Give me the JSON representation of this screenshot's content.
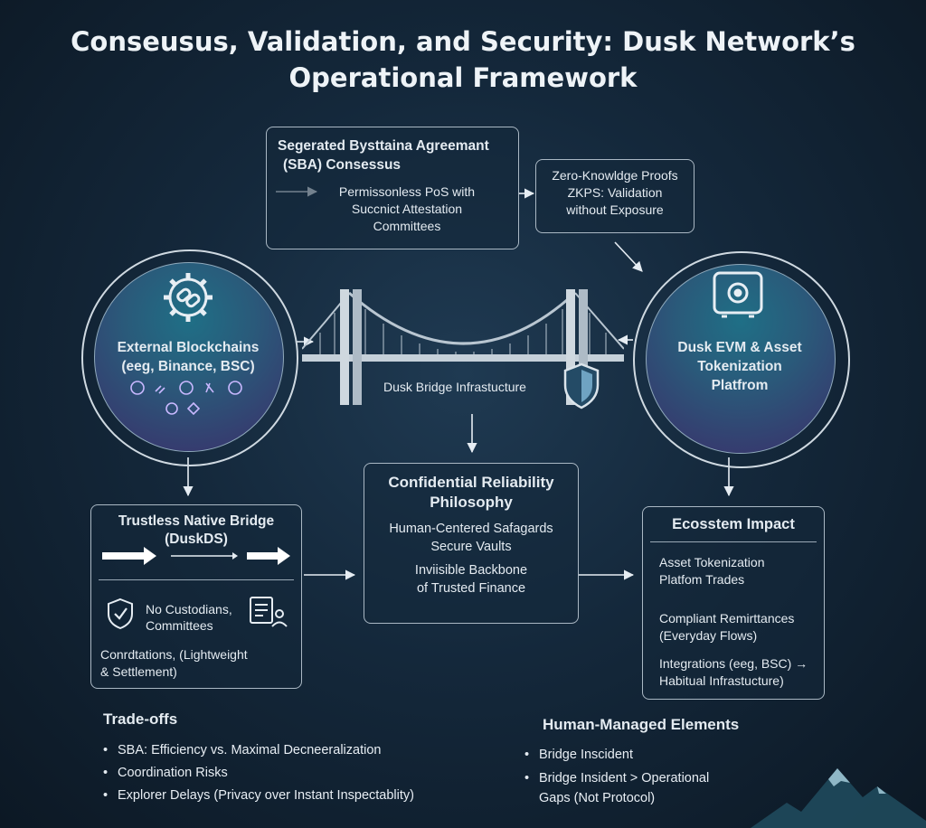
{
  "title": {
    "line1": "Conseusus, Validation, and Security: Dusk Network’s",
    "line2": "Operational Framework"
  },
  "sba": {
    "title_line1": "Segerated Bysttaina Agreemant",
    "title_line2": "(SBA) Consessus",
    "sub_line1": "Permissonless PoS with",
    "sub_line2": "Succnict Attestation",
    "sub_line3": "Committees"
  },
  "zkp": {
    "line1": "Zero-Knowldge Proofs",
    "line2": "ZKPS: Validation",
    "line3": "without Exposure"
  },
  "external": {
    "line1": "External Blockchains",
    "line2": "(eeg, Binance, BSC)"
  },
  "dusk_evm": {
    "line1": "Dusk EVM & Asset",
    "line2": "Tokenization",
    "line3": "Platfrom"
  },
  "bridge_label": "Dusk Bridge Infrastucture",
  "reliability": {
    "title_line1": "Confidential Reliability",
    "title_line2": "Philosophy",
    "line1": "Human-Centered Safagards",
    "line2": "Secure Vaults",
    "line3": "Inviisible Backbone",
    "line4": "of Trusted Finance"
  },
  "trustless": {
    "title_line1": "Trustless Native Bridge",
    "title_line2": "(DuskDS)",
    "custodians_line1": "No Custodians,",
    "custodians_line2": "Committees",
    "cond_line1": "Conrdtations, (Lightweight",
    "cond_line2": "& Settlement)"
  },
  "ecosystem": {
    "title": "Ecosstem Impact",
    "item1_line1": "Asset Tokenization",
    "item1_line2": "Platfom Trades",
    "item2_line1": "Compliant Remirttances",
    "item2_line2": "(Everyday Flows)",
    "item3_line1": "Integrations (eeg, BSC) →",
    "item3_line2": "Habitual Infrastucture)"
  },
  "tradeoffs": {
    "title": "Trade-offs",
    "items": [
      "SBA: Efficiency vs. Maximal Decneeralization",
      "Coordination Risks",
      "Explorer Delays (Privacy over Instant Inspectablity)"
    ]
  },
  "human_managed": {
    "title": "Human-Managed Elements",
    "item1": "Bridge Inscident",
    "item2_line1": "Bridge Insident > Operational",
    "item2_line2": "Gaps (Not Protocol)"
  },
  "icons": [
    "gear-chain-icon",
    "vault-icon",
    "shield-icon",
    "checklist-people-icon",
    "mountain-icon"
  ],
  "colors": {
    "accent_teal": "#1f6f86",
    "accent_purple": "#3b2e6a",
    "border": "#aab8c4"
  }
}
